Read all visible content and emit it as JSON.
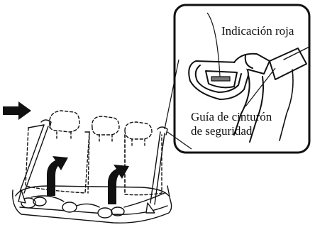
{
  "callout": {
    "red_indicator_label": "Indicación roja",
    "belt_guide_label_line1": "Guía de cinturón",
    "belt_guide_label_line2": "de seguridad"
  },
  "icons": {
    "pointer": "black-arrow-pointing-right",
    "lift_arrows": "upward-curved-arrow"
  }
}
